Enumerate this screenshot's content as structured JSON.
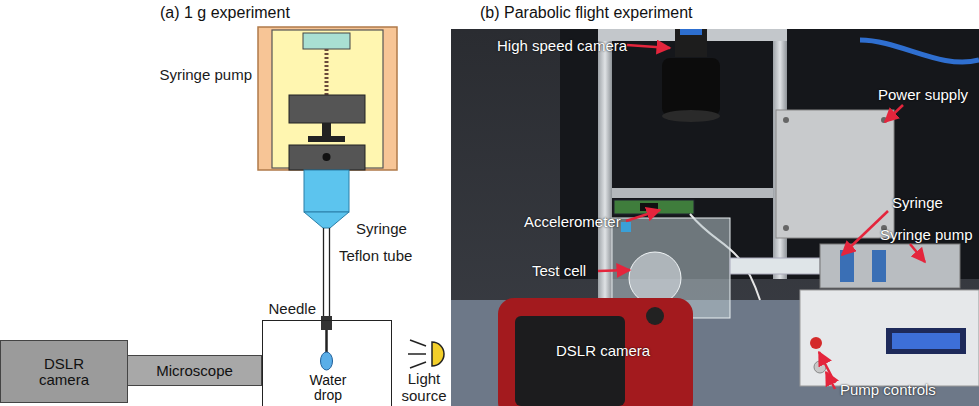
{
  "diagram": {
    "nodes": [
      {
        "text": [
          "DSLR camera"
        ]
      },
      {
        "text": [
          "Microscope"
        ]
      },
      {
        "text": [
          "Water drop"
        ]
      }
    ],
    "labels": [
      "(a) 1 g experiment",
      "(b) Parabolic flight experiment",
      "Syringe pump",
      "Syringe",
      "Teflon tube",
      "Needle",
      "Light source",
      "High speed camera",
      "Power supply",
      "Accelerometer",
      "Syringe",
      "Syringe pump",
      "Test cell",
      "DSLR camera",
      "Pump controls"
    ]
  }
}
